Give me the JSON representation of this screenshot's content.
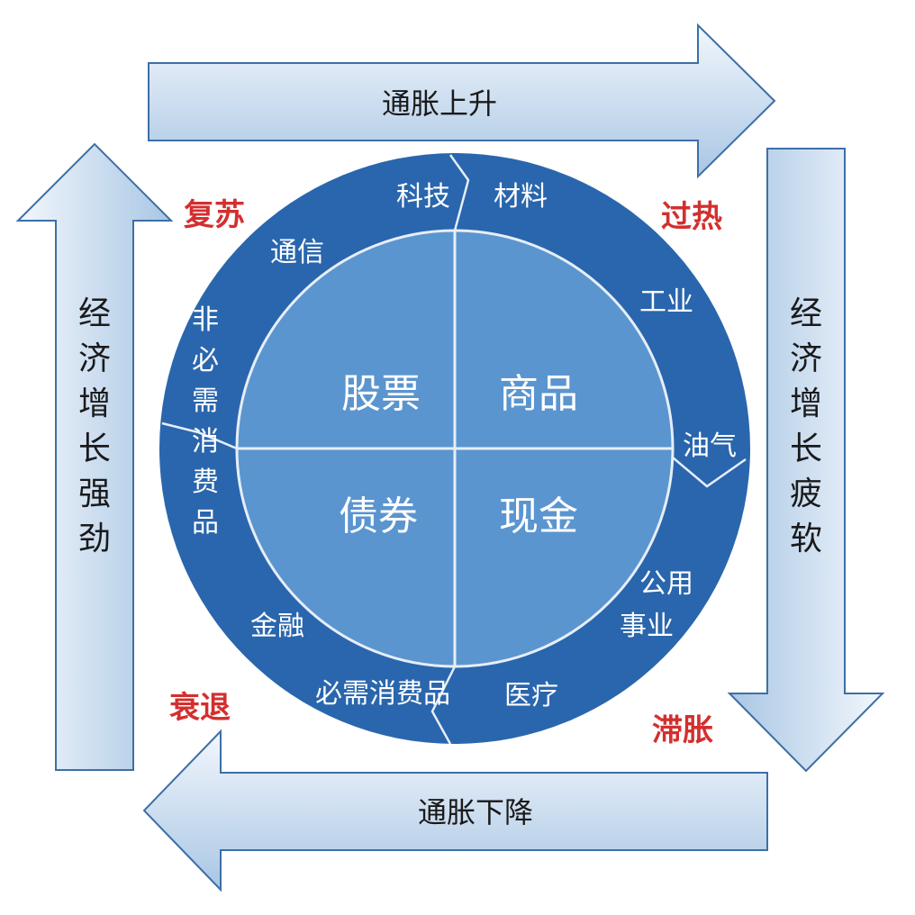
{
  "arrows": {
    "top": "通胀上升",
    "bottom": "通胀下降",
    "left": "经济增长强劲",
    "right": "经济增长疲软"
  },
  "phases": {
    "recovery": "复苏",
    "overheat": "过热",
    "recession": "衰退",
    "stagflation": "滞胀"
  },
  "assets": {
    "stocks": "股票",
    "commodities": "商品",
    "bonds": "债券",
    "cash": "现金"
  },
  "sectors": {
    "tech": "科技",
    "materials": "材料",
    "telecom": "通信",
    "industrial": "工业",
    "discretionary": "非必需消费品",
    "oil_gas": "油气",
    "utilities_1": "公用",
    "utilities_2": "事业",
    "finance": "金融",
    "staples": "必需消费品",
    "healthcare": "医疗"
  },
  "colors": {
    "ring": "#2a66ad",
    "inner": "#5b95cf",
    "arrow_fill_light": "#e8f1fa",
    "arrow_fill_dark": "#9fc0e2",
    "arrow_stroke": "#3d6fa6",
    "phase_red": "#d32f2f"
  }
}
